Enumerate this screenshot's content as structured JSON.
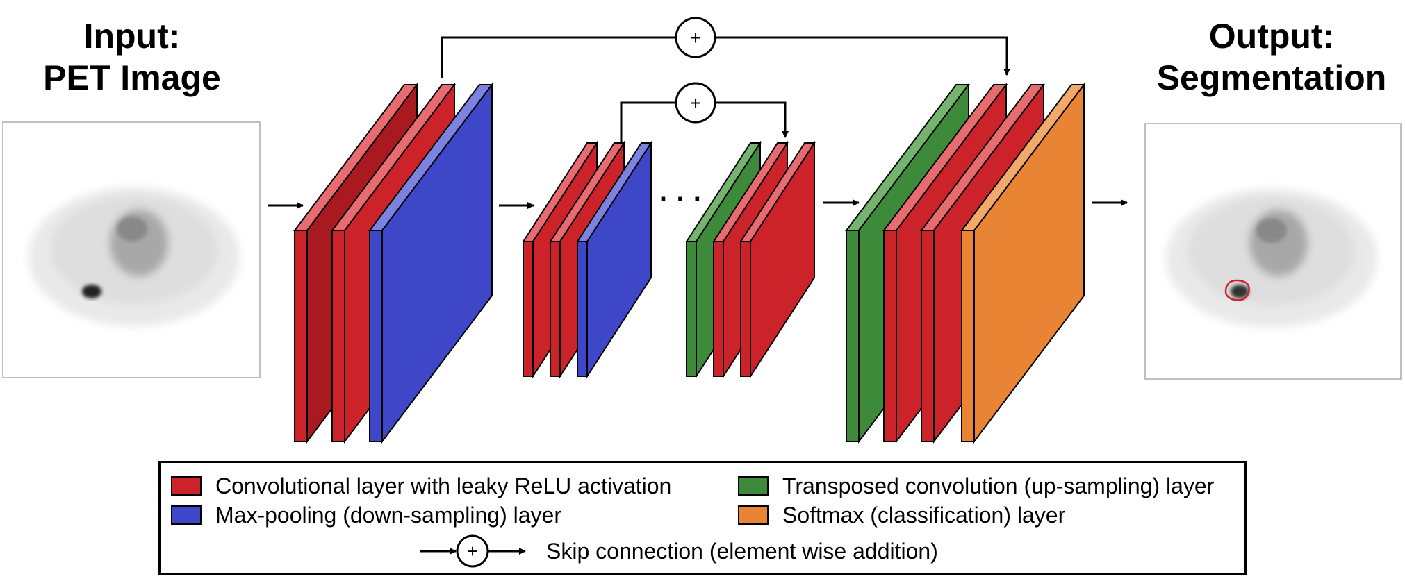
{
  "input_title": {
    "line1": "Input:",
    "line2": "PET Image"
  },
  "output_title": {
    "line1": "Output:",
    "line2": "Segmentation"
  },
  "ellipsis": "· · ·",
  "plus_symbol": "+",
  "legend": {
    "conv": "Convolutional layer with leaky ReLU activation",
    "maxpool": "Max-pooling (down-sampling) layer",
    "transposed": "Transposed convolution (up-sampling) layer",
    "softmax": "Softmax (classification) layer",
    "skip": "Skip connection (element wise addition)"
  },
  "colors": {
    "conv": "#cc2229",
    "maxpool": "#3f47c9",
    "transposed": "#3e8a3b",
    "softmax": "#e88433",
    "tumor_contour": "#d0202a"
  }
}
